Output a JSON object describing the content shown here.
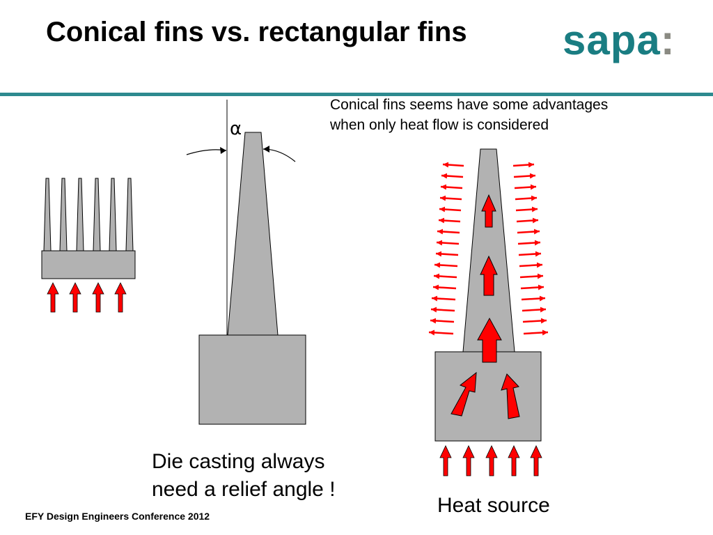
{
  "slide": {
    "title": "Conical fins vs. rectangular fins",
    "logo": {
      "text": "sapa",
      "colon": ":"
    },
    "note": "Conical fins seems have some advantages when only heat flow is considered",
    "alpha_label": "α",
    "die_caption": "Die casting always need a relief angle !",
    "heat_caption": "Heat source",
    "footer": "EFY Design Engineers Conference 2012"
  },
  "colors": {
    "accent": "#2d8a8f",
    "logo": "#1a7d82",
    "fin_fill": "#b2b2b2",
    "arrow": "#ff0000"
  },
  "icons": [
    "heat-arrow-icon",
    "fin-shape"
  ]
}
